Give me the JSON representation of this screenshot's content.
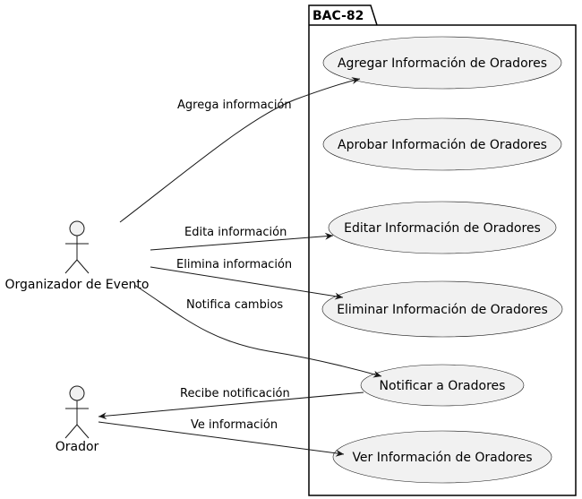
{
  "package": {
    "label": "BAC-82"
  },
  "actors": [
    {
      "id": "organizador",
      "label": "Organizador de Evento"
    },
    {
      "id": "orador",
      "label": "Orador"
    }
  ],
  "use_cases": [
    {
      "id": "agregar",
      "label": "Agregar Información de Oradores"
    },
    {
      "id": "aprobar",
      "label": "Aprobar Información de Oradores"
    },
    {
      "id": "editar",
      "label": "Editar Información de Oradores"
    },
    {
      "id": "eliminar",
      "label": "Eliminar Información de Oradores"
    },
    {
      "id": "notificar",
      "label": "Notificar a Oradores"
    },
    {
      "id": "ver",
      "label": "Ver Información de Oradores"
    }
  ],
  "relations": [
    {
      "from": "organizador",
      "to": "agregar",
      "label": "Agrega información"
    },
    {
      "from": "organizador",
      "to": "editar",
      "label": "Edita información"
    },
    {
      "from": "organizador",
      "to": "eliminar",
      "label": "Elimina información"
    },
    {
      "from": "organizador",
      "to": "notificar",
      "label": "Notifica cambios"
    },
    {
      "from": "notificar",
      "to": "orador",
      "label": "Recibe notificación"
    },
    {
      "from": "orador",
      "to": "ver",
      "label": "Ve información"
    }
  ]
}
